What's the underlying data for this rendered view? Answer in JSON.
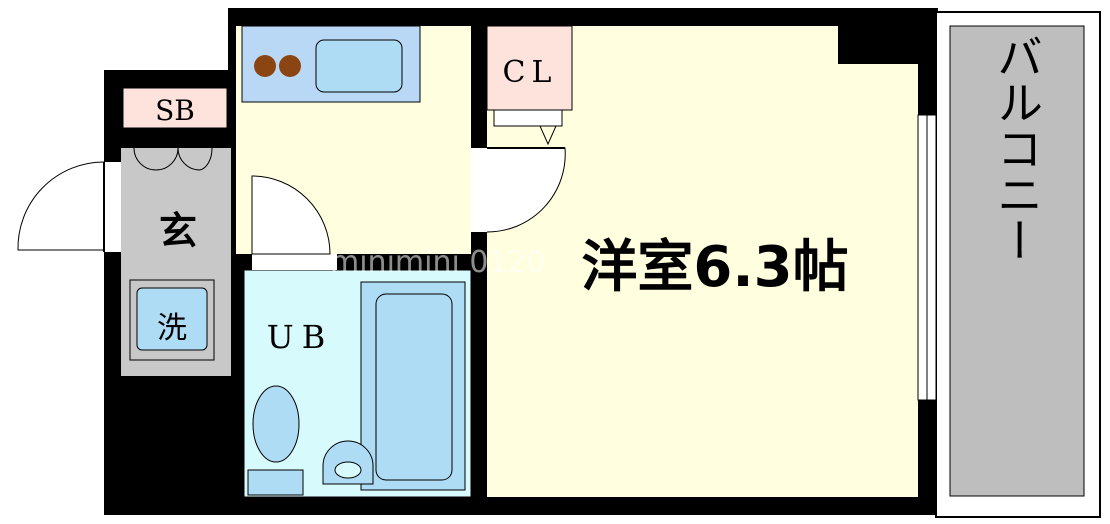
{
  "plan": {
    "rooms": {
      "sb": "SB",
      "genkan": "玄",
      "washer": "洗",
      "ub": "UB",
      "cl": "CL",
      "youshitsu": "洋室6.3帖",
      "balcony": "バルコニー"
    },
    "watermark": "minimini 0120"
  },
  "colors": {
    "wall": "#000000",
    "room_floor": "#ffffe0",
    "kitchen": "#b9d8f5",
    "bath": "#d7fbfd",
    "fixture": "#aedcf5",
    "storage": "#fde3dc",
    "entrance": "#c8c8c8",
    "balcony": "#bebebe",
    "stove": "#8b4513"
  }
}
